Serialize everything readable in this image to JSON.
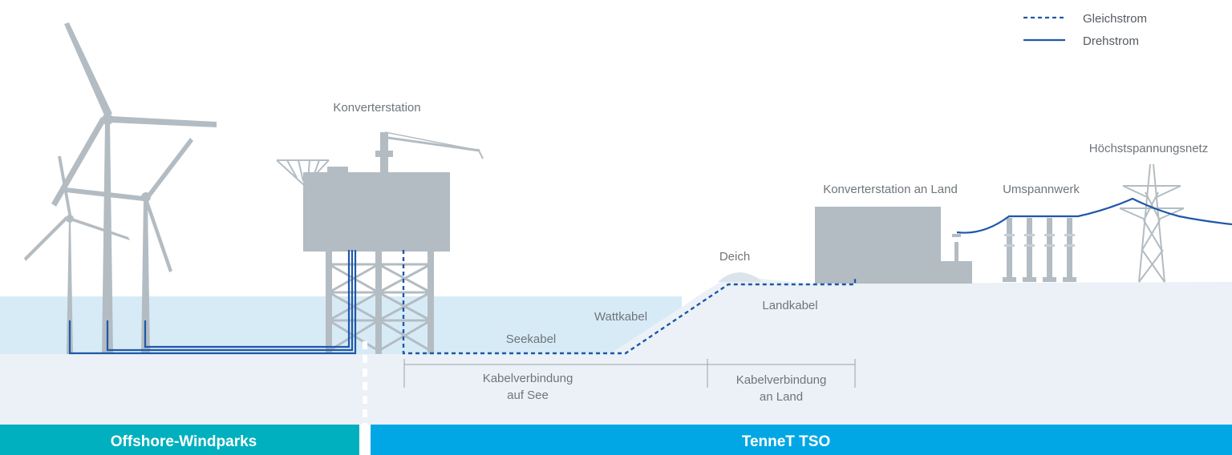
{
  "legend": {
    "dc": "Gleichstrom",
    "ac": "Drehstrom"
  },
  "labels": {
    "offshore_converter": "Konverterstation",
    "onshore_converter": "Konverterstation an Land",
    "substation": "Umspannwerk",
    "grid": "Höchstspannungsnetz",
    "dike": "Deich",
    "tidal_cable": "Wattkabel",
    "sea_cable": "Seekabel",
    "land_cable": "Landkabel"
  },
  "spans": {
    "sea_line1": "Kabelverbindung",
    "sea_line2": "auf See",
    "land_line1": "Kabelverbindung",
    "land_line2": "an Land"
  },
  "bands": {
    "left": "Offshore-Windparks",
    "right": "TenneT TSO"
  },
  "colors": {
    "structure_gray": "#b3bcc2",
    "cable_blue": "#1f58a8",
    "sea_light": "#d7ebf7",
    "ground": "#ebf1f6",
    "band_left": "#00b0be",
    "band_right": "#00a7e4",
    "label_gray": "#6f757a"
  }
}
